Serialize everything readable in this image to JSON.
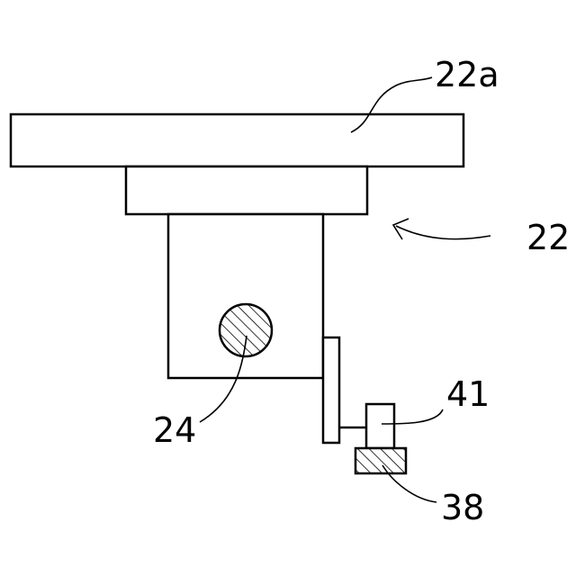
{
  "labels": {
    "top_plate": "22a",
    "assembly": "22",
    "shaft": "24",
    "small_block": "41",
    "base_block": "38"
  },
  "colors": {
    "line": "#000000",
    "background": "#ffffff"
  }
}
